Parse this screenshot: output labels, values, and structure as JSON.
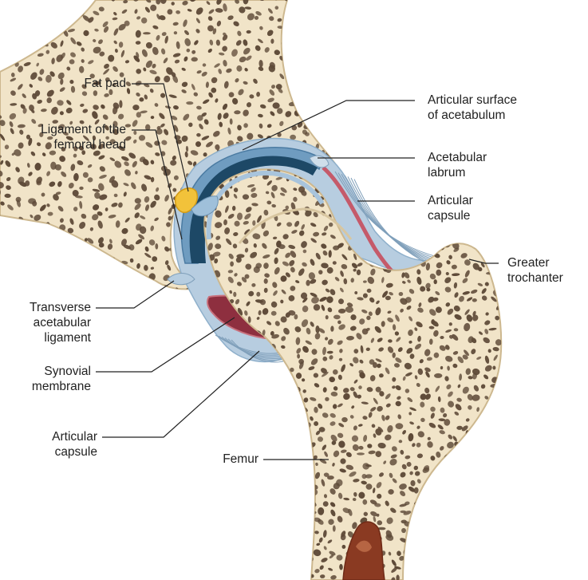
{
  "labels": {
    "fat_pad": [
      "Fat pad"
    ],
    "ligament_femoral_head": [
      "Ligament of the",
      "femoral head"
    ],
    "transverse_acetabular_ligament": [
      "Transverse",
      "acetabular",
      "ligament"
    ],
    "synovial_membrane": [
      "Synovial",
      "membrane"
    ],
    "articular_capsule_left": [
      "Articular",
      "capsule"
    ],
    "femur": [
      "Femur"
    ],
    "articular_surface_acetabulum": [
      "Articular surface",
      "of acetabulum"
    ],
    "acetabular_labrum": [
      "Acetabular",
      "labrum"
    ],
    "articular_capsule_right": [
      "Articular",
      "capsule"
    ],
    "greater_trochanter": [
      "Greater",
      "trochanter"
    ]
  },
  "colors": {
    "bone": "#f1e4c8",
    "bone_outline": "#cdb88f",
    "trabecular_hole": "#5e4a38",
    "cartilage": "#7ea7c8",
    "joint_space": "#1f4e6e",
    "synovial": "#b85566",
    "capsule": "#a9c4db",
    "fat_pad": "#f2c94c",
    "marrow": "#8a3a22",
    "leader": "#222222"
  }
}
